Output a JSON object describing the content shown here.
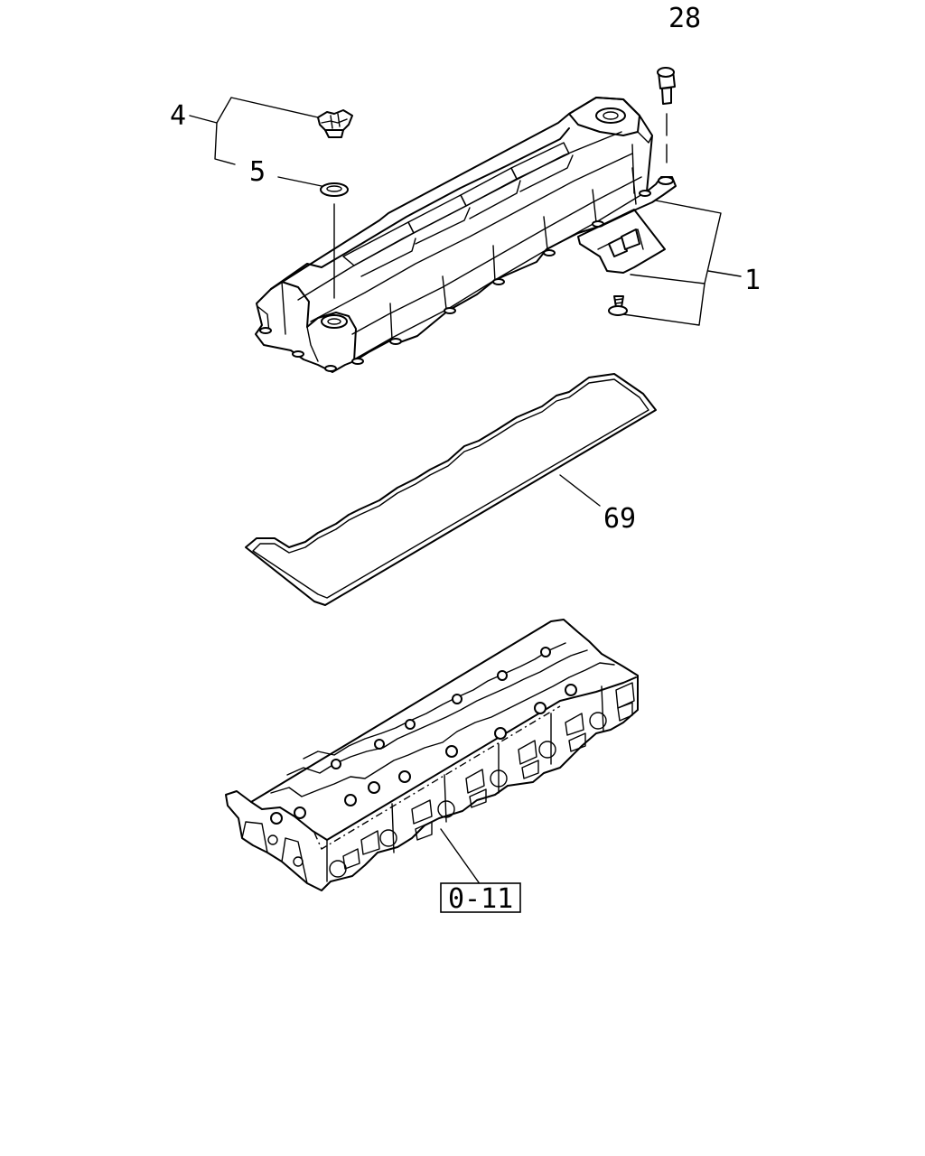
{
  "callouts": {
    "part_28": "28",
    "part_4": "4",
    "part_5": "5",
    "part_1": "1",
    "part_69": "69",
    "ref_box": "0-11"
  },
  "colors": {
    "line": "#000000",
    "background": "#ffffff"
  }
}
